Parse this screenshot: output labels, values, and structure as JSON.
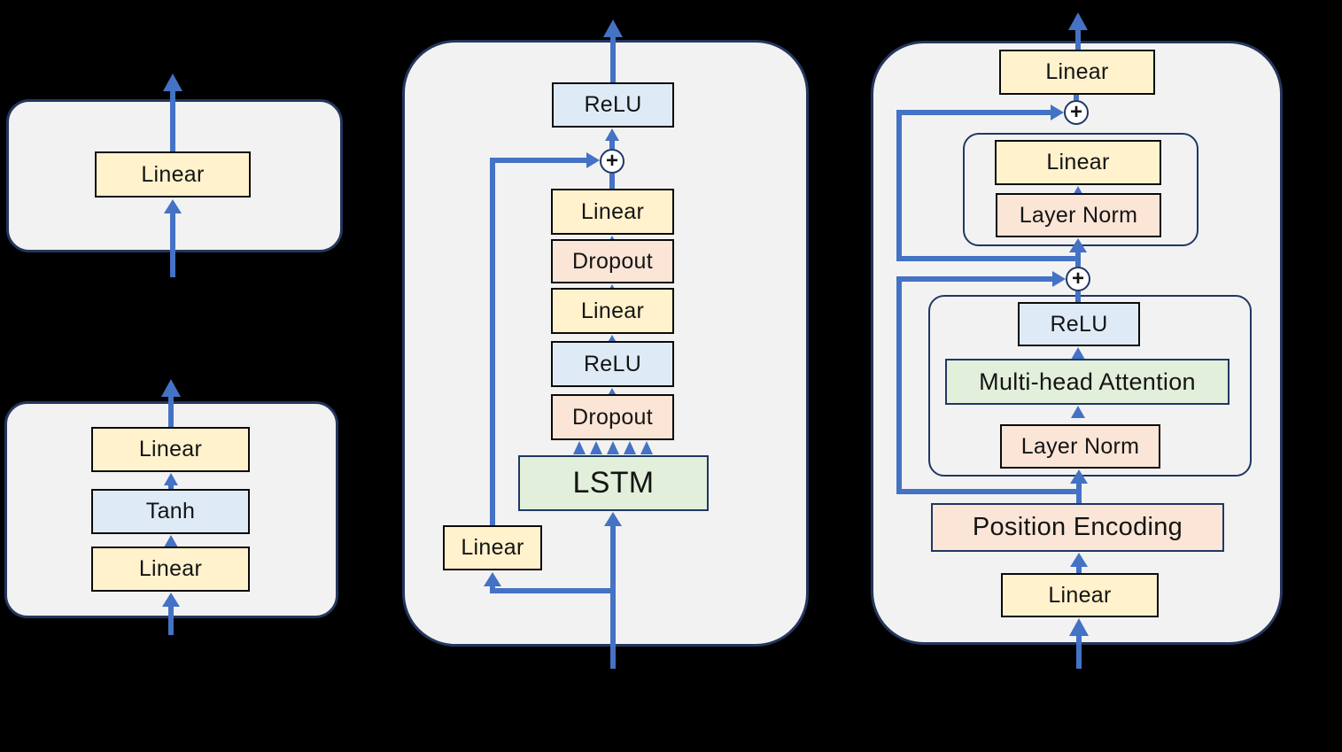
{
  "diagram": {
    "background": "#000000",
    "arrow_color": "#4472C4",
    "panel_fill": "#F2F2F2",
    "panel_border": "#24365E",
    "box_colors": {
      "linear": "#FFF2CC",
      "activation": "#DEEBF7",
      "dropout_norm": "#FBE5D6",
      "recurrent_attention": "#E2EFDA"
    },
    "plus": "+",
    "panels": {
      "a": {
        "nodes": {
          "linear": "Linear"
        }
      },
      "b": {
        "nodes": {
          "linear_top": "Linear",
          "tanh": "Tanh",
          "linear_bottom": "Linear"
        }
      },
      "c": {
        "nodes": {
          "relu_top": "ReLU",
          "linear_1": "Linear",
          "dropout_1": "Dropout",
          "linear_2": "Linear",
          "relu_2": "ReLU",
          "dropout_2": "Dropout",
          "lstm": "LSTM",
          "linear_side": "Linear"
        }
      },
      "d": {
        "nodes": {
          "linear_top": "Linear",
          "linear_inner": "Linear",
          "layer_norm_1": "Layer Norm",
          "relu": "ReLU",
          "mha": "Multi-head Attention",
          "layer_norm_2": "Layer Norm",
          "position_encoding": "Position Encoding",
          "linear_bottom": "Linear"
        }
      }
    }
  }
}
